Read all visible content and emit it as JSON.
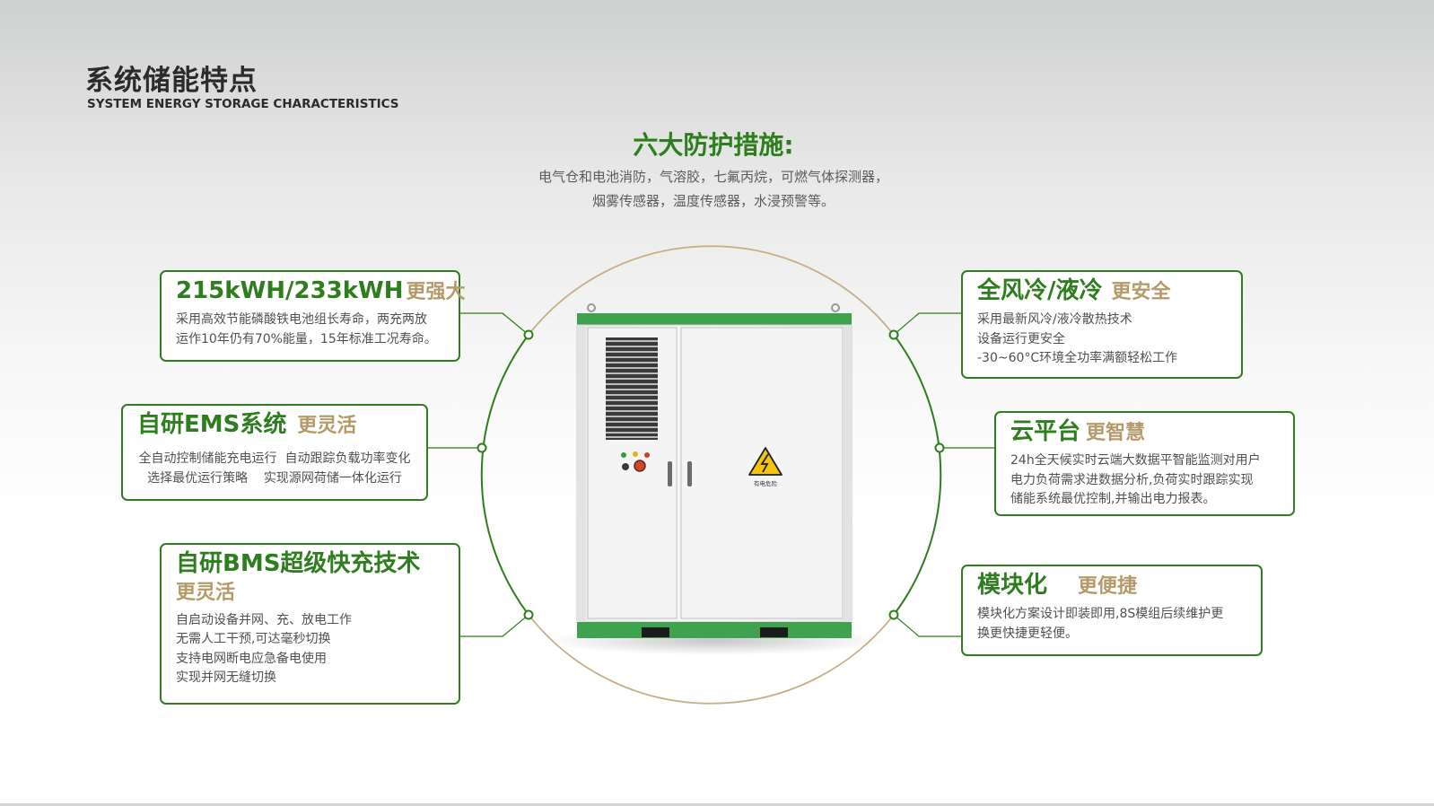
{
  "header": {
    "title_cn": "系统储能特点",
    "title_en": "SYSTEM ENERGY STORAGE CHARACTERISTICS"
  },
  "protection": {
    "heading": "六大防护措施:",
    "lines": [
      "电气仓和电池消防，气溶胶，七氟丙烷，可燃气体探测器，",
      "烟雾传感器，温度传感器，水浸预警等。"
    ]
  },
  "cabinet": {
    "warning_label": "有电危险"
  },
  "cards": {
    "capacity": {
      "title": "215kWH/233kWH",
      "tag": "更强大",
      "lines": [
        "采用高效节能磷酸铁电池组长寿命，两充两放",
        "运作10年仍有70%能量，15年标准工况寿命。"
      ]
    },
    "ems": {
      "title": "自研EMS系统",
      "tag": "更灵活",
      "lines": [
        "全自动控制储能充电运行  自动跟踪负载功率变化",
        "选择最优运行策略    实现源网荷储一体化运行"
      ]
    },
    "bms": {
      "title": "自研BMS超级快充技术",
      "tag": "更灵活",
      "lines": [
        "自启动设备并网、充、放电工作",
        "无需人工干预,可达毫秒切换",
        "支持电网断电应急备电使用",
        "实现并网无缝切换"
      ]
    },
    "cooling": {
      "title": "全风冷/液冷",
      "tag": "更安全",
      "lines": [
        "采用最新风冷/液冷散热技术",
        "设备运行更安全",
        "-30~60°C环境全功率满额轻松工作"
      ]
    },
    "cloud": {
      "title": "云平台",
      "tag": "更智慧",
      "lines": [
        "24h全天候实时云端大数据平智能监测对用户",
        "电力负荷需求进数据分析,负荷实时跟踪实现",
        "储能系统最优控制,并输出电力报表。"
      ]
    },
    "modular": {
      "title": "模块化",
      "tag": "更便捷",
      "lines": [
        "模块化方案设计即装即用,8S模组后续维护更",
        "换更快捷更轻便。"
      ]
    }
  },
  "colors": {
    "brand_green": "#2e7d1e",
    "accent_gold": "#b49a6a",
    "circle_gold": "#c8ad86"
  }
}
